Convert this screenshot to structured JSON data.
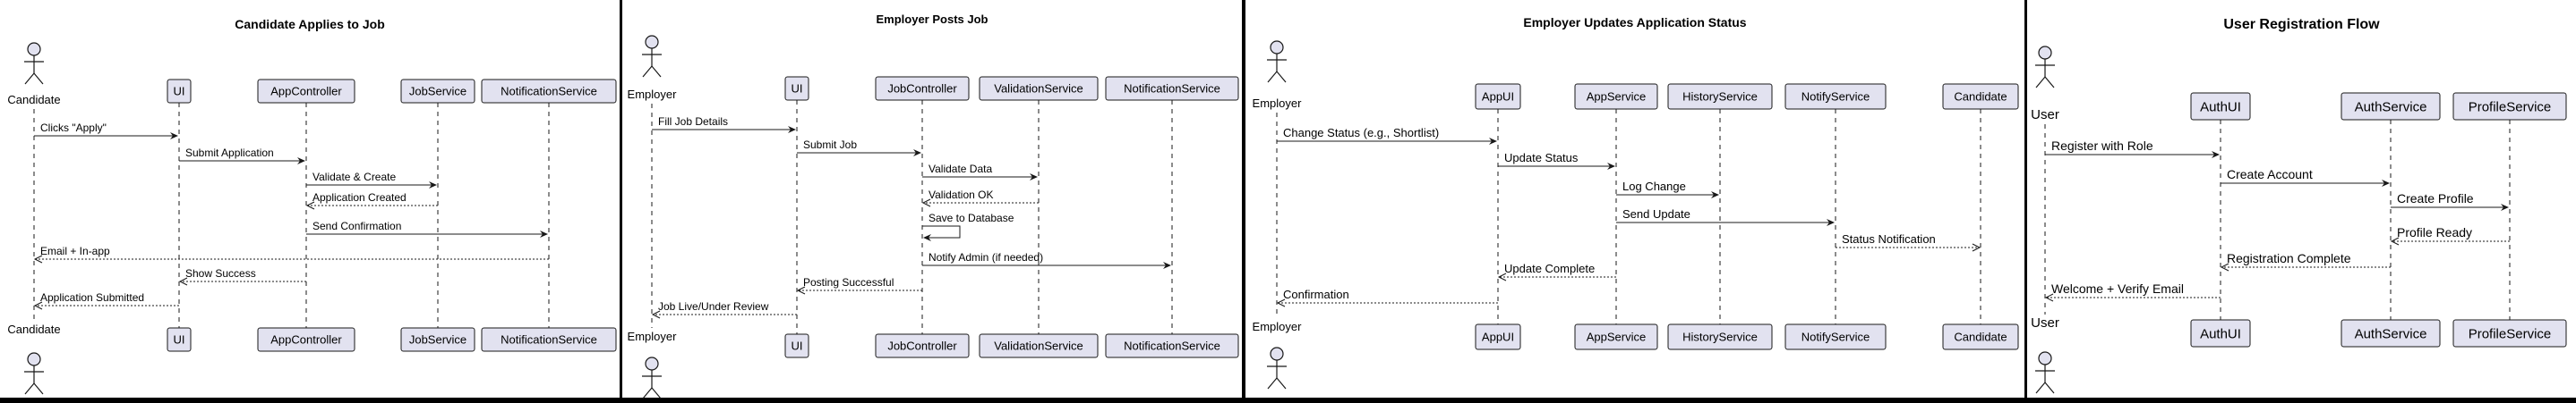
{
  "diagrams": [
    {
      "title": "Candidate Applies to Job",
      "participants": [
        {
          "name": "Candidate",
          "kind": "actor"
        },
        {
          "name": "UI",
          "kind": "box"
        },
        {
          "name": "AppController",
          "kind": "box"
        },
        {
          "name": "JobService",
          "kind": "box"
        },
        {
          "name": "NotificationService",
          "kind": "box"
        }
      ],
      "messages": [
        {
          "from": 0,
          "to": 1,
          "text": "Clicks \"Apply\"",
          "style": "solid"
        },
        {
          "from": 1,
          "to": 2,
          "text": "Submit Application",
          "style": "solid"
        },
        {
          "from": 2,
          "to": 3,
          "text": "Validate & Create",
          "style": "solid"
        },
        {
          "from": 3,
          "to": 2,
          "text": "Application Created",
          "style": "dashed"
        },
        {
          "from": 2,
          "to": 4,
          "text": "Send Confirmation",
          "style": "solid"
        },
        {
          "from": 4,
          "to": 0,
          "text": "Email + In-app",
          "style": "dashed"
        },
        {
          "from": 2,
          "to": 1,
          "text": "Show Success",
          "style": "dashed"
        },
        {
          "from": 1,
          "to": 0,
          "text": "Application Submitted",
          "style": "dashed"
        }
      ]
    },
    {
      "title": "Employer Posts Job",
      "participants": [
        {
          "name": "Employer",
          "kind": "actor"
        },
        {
          "name": "UI",
          "kind": "box"
        },
        {
          "name": "JobController",
          "kind": "box"
        },
        {
          "name": "ValidationService",
          "kind": "box"
        },
        {
          "name": "NotificationService",
          "kind": "box"
        }
      ],
      "messages": [
        {
          "from": 0,
          "to": 1,
          "text": "Fill Job Details",
          "style": "solid"
        },
        {
          "from": 1,
          "to": 2,
          "text": "Submit Job",
          "style": "solid"
        },
        {
          "from": 2,
          "to": 3,
          "text": "Validate Data",
          "style": "solid"
        },
        {
          "from": 3,
          "to": 2,
          "text": "Validation OK",
          "style": "dashed"
        },
        {
          "from": 2,
          "to": 2,
          "text": "Save to Database",
          "style": "solid"
        },
        {
          "from": 2,
          "to": 4,
          "text": "Notify Admin (if needed)",
          "style": "solid"
        },
        {
          "from": 2,
          "to": 1,
          "text": "Posting Successful",
          "style": "dashed"
        },
        {
          "from": 1,
          "to": 0,
          "text": "Job Live/Under Review",
          "style": "dashed"
        }
      ]
    },
    {
      "title": "Employer Updates Application Status",
      "participants": [
        {
          "name": "Employer",
          "kind": "actor"
        },
        {
          "name": "AppUI",
          "kind": "box"
        },
        {
          "name": "AppService",
          "kind": "box"
        },
        {
          "name": "HistoryService",
          "kind": "box"
        },
        {
          "name": "NotifyService",
          "kind": "box"
        },
        {
          "name": "Candidate",
          "kind": "box"
        }
      ],
      "messages": [
        {
          "from": 0,
          "to": 1,
          "text": "Change Status (e.g., Shortlist)",
          "style": "solid"
        },
        {
          "from": 1,
          "to": 2,
          "text": "Update Status",
          "style": "solid"
        },
        {
          "from": 2,
          "to": 3,
          "text": "Log Change",
          "style": "solid"
        },
        {
          "from": 2,
          "to": 4,
          "text": "Send Update",
          "style": "solid"
        },
        {
          "from": 4,
          "to": 5,
          "text": "Status Notification",
          "style": "dashed"
        },
        {
          "from": 2,
          "to": 1,
          "text": "Update Complete",
          "style": "dashed"
        },
        {
          "from": 1,
          "to": 0,
          "text": "Confirmation",
          "style": "dashed"
        }
      ]
    },
    {
      "title": "User Registration Flow",
      "participants": [
        {
          "name": "User",
          "kind": "actor"
        },
        {
          "name": "AuthUI",
          "kind": "box"
        },
        {
          "name": "AuthService",
          "kind": "box"
        },
        {
          "name": "ProfileService",
          "kind": "box"
        }
      ],
      "messages": [
        {
          "from": 0,
          "to": 1,
          "text": "Register with Role",
          "style": "solid"
        },
        {
          "from": 1,
          "to": 2,
          "text": "Create Account",
          "style": "solid"
        },
        {
          "from": 2,
          "to": 3,
          "text": "Create Profile",
          "style": "solid"
        },
        {
          "from": 3,
          "to": 2,
          "text": "Profile Ready",
          "style": "dashed"
        },
        {
          "from": 2,
          "to": 1,
          "text": "Registration Complete",
          "style": "dashed"
        },
        {
          "from": 1,
          "to": 0,
          "text": "Welcome + Verify Email",
          "style": "dashed"
        }
      ]
    }
  ],
  "colors": {
    "background": "#000000",
    "panel": "#ffffff",
    "participant_fill": "#e2e2f0",
    "stroke": "#181818"
  }
}
